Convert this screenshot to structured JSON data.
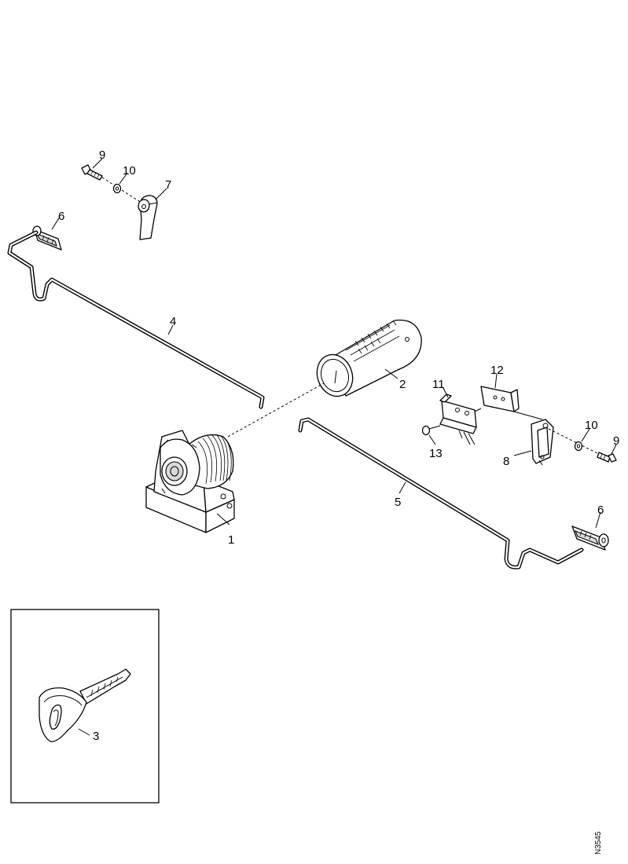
{
  "callouts": {
    "c1": "1",
    "c2": "2",
    "c3": "3",
    "c4": "4",
    "c5": "5",
    "c6_left": "6",
    "c6_right": "6",
    "c7": "7",
    "c8": "8",
    "c9_top": "9",
    "c9_right": "9",
    "c10_top": "10",
    "c10_right": "10",
    "c11": "11",
    "c12": "12",
    "c13": "13"
  },
  "reference_code": "N3545"
}
